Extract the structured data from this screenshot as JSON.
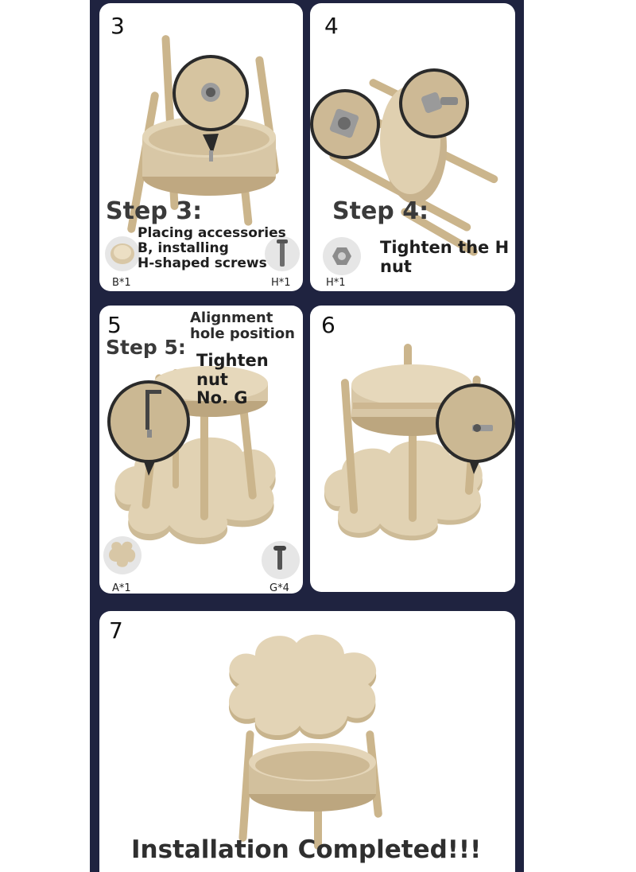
{
  "steps": {
    "s3": {
      "number": "3",
      "title": "Step 3:",
      "desc": [
        "Placing accessories",
        "B, installing",
        "H-shaped screws"
      ],
      "parts": [
        "B*1",
        "H*1"
      ]
    },
    "s4": {
      "number": "4",
      "title": "Step 4:",
      "desc": [
        "Tighten the H",
        "nut"
      ],
      "parts": [
        "H*1"
      ]
    },
    "s5": {
      "number": "5",
      "title": "Step 5:",
      "note": [
        "Alignment",
        "hole position"
      ],
      "desc": [
        "Tighten nut",
        "No. G"
      ],
      "parts": [
        "A*1",
        "G*4"
      ]
    },
    "s6": {
      "number": "6"
    },
    "s7": {
      "number": "7",
      "caption": "Installation Completed!!!"
    }
  },
  "colors": {
    "background": "#1f2340",
    "panel": "#ffffff",
    "wood": "#d8c7a6",
    "wood_dark": "#b9a27c",
    "leg": "#cbb58c"
  }
}
